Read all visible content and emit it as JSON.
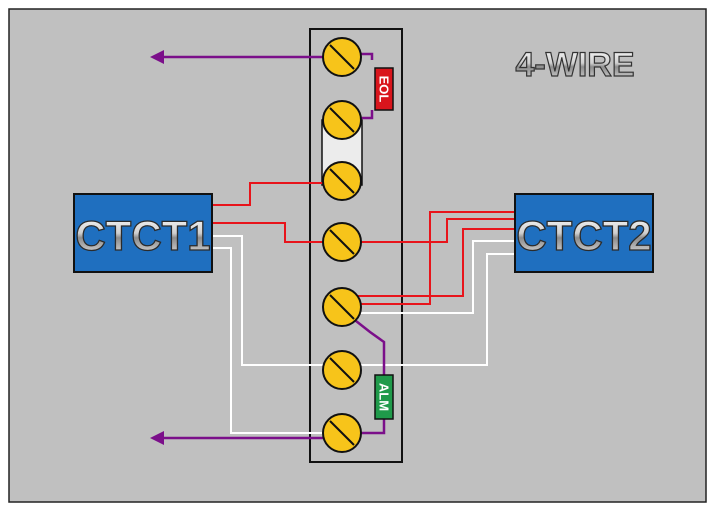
{
  "title": "4-WIRE",
  "devices": {
    "left": "CTCT1",
    "right": "CTCT2"
  },
  "components": {
    "eol": "EOL",
    "alm": "ALM"
  },
  "colors": {
    "background": "#c0c0c0",
    "device_fill": "#1f6fbf",
    "terminal_fill": "#f7c41a",
    "wire_red": "#e8141b",
    "wire_white": "#ffffff",
    "wire_purple": "#7b0f8a",
    "eol_fill": "#d9151c",
    "alm_fill": "#1f9a4a"
  },
  "icons": [
    "arrow-left-icon",
    "screw-terminal-icon"
  ]
}
